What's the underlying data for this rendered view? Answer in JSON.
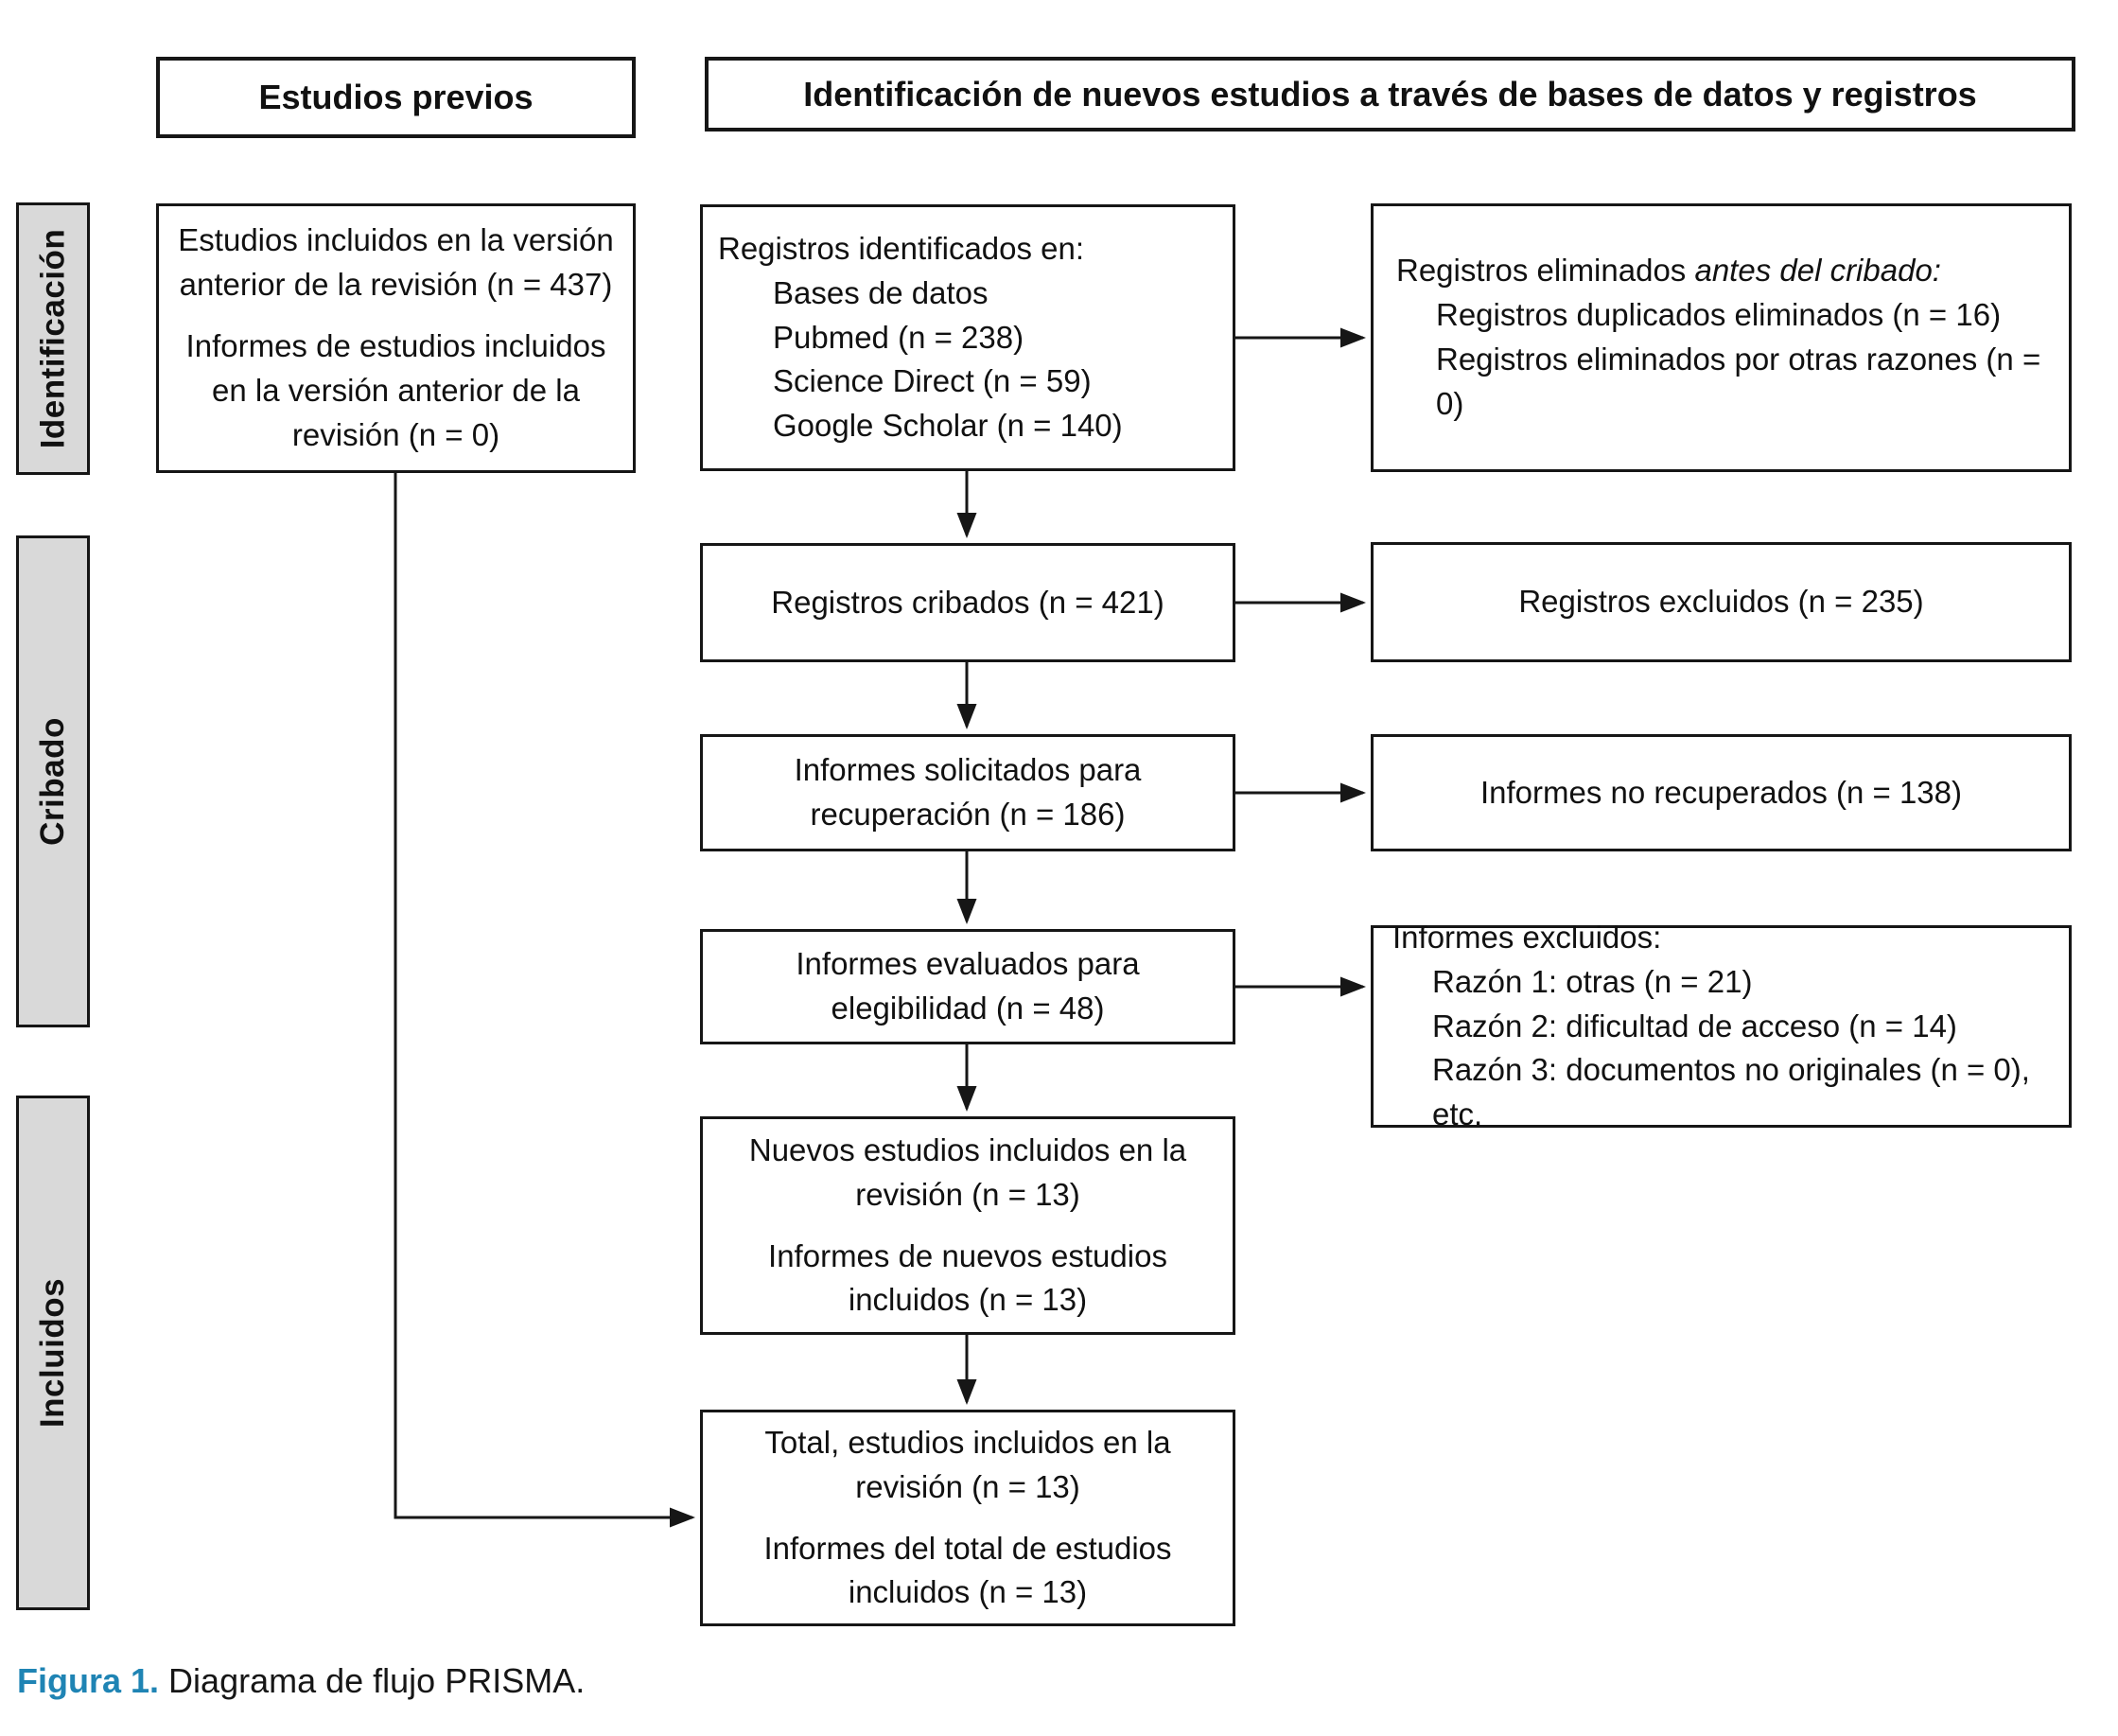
{
  "colors": {
    "accent_blue": "#1f84b4",
    "sidebar_fill": "#d9d9d9",
    "line_color": "#161616"
  },
  "headers": {
    "previous": "Estudios previos",
    "identification": "Identificación de nuevos estudios a través de bases de datos y registros"
  },
  "sidebar": {
    "identification": "Identificación",
    "screening": "Cribado",
    "included": "Incluidos"
  },
  "boxes": {
    "previous_version": {
      "p1": "Estudios incluidos en la versión anterior de la revisión (n = 437)",
      "p2": "Informes de estudios incluidos en la versión anterior de la revisión (n = 0)"
    },
    "records_identified": {
      "title": "Registros identificados en:",
      "items": [
        "Bases de datos",
        "Pubmed (n = 238)",
        "Science Direct (n = 59)",
        "Google Scholar (n = 140)"
      ]
    },
    "records_removed": {
      "title_normal": "Registros eliminados ",
      "title_italic": "antes del cribado:",
      "items": [
        "Registros duplicados eliminados (n = 16)",
        "Registros eliminados por otras razones (n = 0)"
      ]
    },
    "records_screened": "Registros cribados (n = 421)",
    "records_excluded": "Registros excluidos (n = 235)",
    "reports_sought": "Informes solicitados para recuperación (n = 186)",
    "reports_not_retrieved": "Informes no recuperados (n = 138)",
    "reports_assessed": "Informes evaluados para elegibilidad (n = 48)",
    "reports_excluded": {
      "title": "Informes excluidos:",
      "items": [
        "Razón 1: otras (n = 21)",
        "Razón 2: dificultad de acceso (n = 14)",
        "Razón 3: documentos no originales (n = 0), etc."
      ]
    },
    "new_studies": {
      "p1": "Nuevos estudios incluidos en la revisión (n = 13)",
      "p2": "Informes de nuevos estudios incluidos (n = 13)"
    },
    "total_studies": {
      "p1": "Total, estudios incluidos en la revisión (n = 13)",
      "p2": "Informes del total de estudios incluidos (n = 13)"
    }
  },
  "caption": {
    "label": "Figura 1.",
    "text": "Diagrama de flujo PRISMA."
  }
}
